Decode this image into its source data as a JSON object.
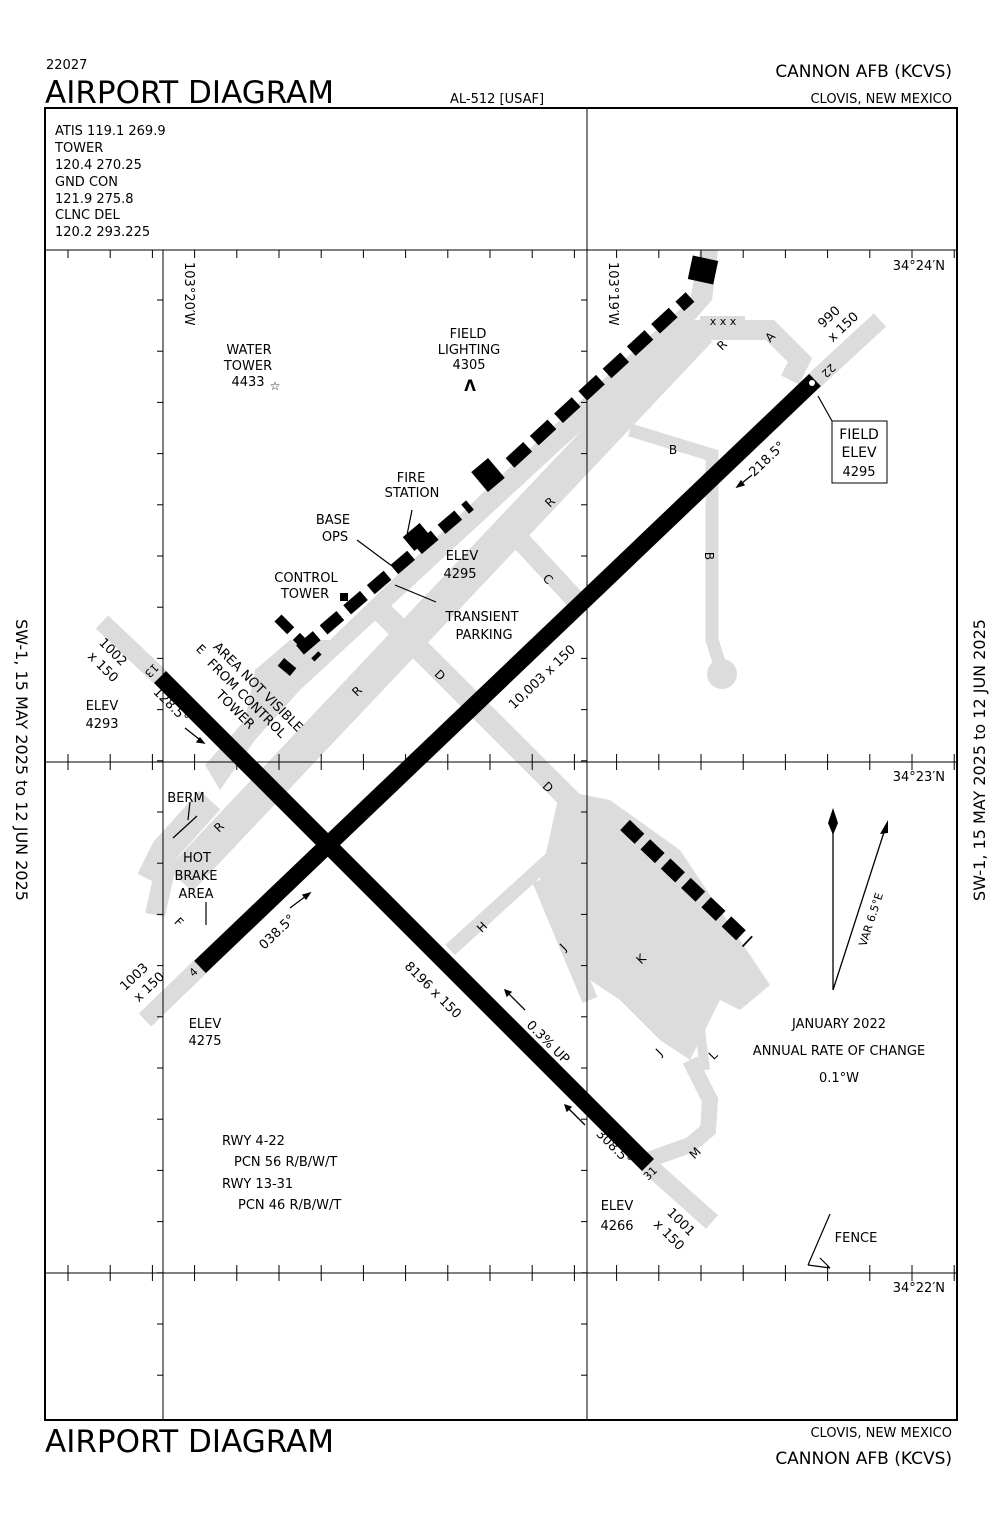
{
  "header": {
    "chart_number": "22027",
    "title": "AIRPORT DIAGRAM",
    "procedure_id": "AL-512 [USAF]",
    "airport_name": "CANNON AFB  (KCVS)",
    "location": "CLOVIS, NEW MEXICO"
  },
  "footer": {
    "title": "AIRPORT DIAGRAM",
    "location": "CLOVIS, NEW MEXICO",
    "airport_name": "CANNON AFB  (KCVS)"
  },
  "side_text": {
    "left": "SW-1,  15 MAY 2025  to  12 JUN 2025",
    "right": "SW-1,  15 MAY 2025  to  12 JUN 2025"
  },
  "frequencies": [
    "ATIS  119.1  269.9",
    "TOWER",
    "120.4  270.25",
    "GND CON",
    "121.9  275.8",
    "CLNC DEL",
    "120.2  293.225"
  ],
  "grid": {
    "lon_west": "103°20′W",
    "lon_east": "103°19′W",
    "lat_top": "34°24′N",
    "lat_mid": "34°23′N",
    "lat_bottom": "34°22′N"
  },
  "landmarks": {
    "water_tower": [
      "WATER",
      "TOWER",
      "4433"
    ],
    "field_lighting": [
      "FIELD",
      "LIGHTING",
      "4305"
    ],
    "fire_station": [
      "FIRE",
      "STATION"
    ],
    "base_ops": [
      "BASE",
      "OPS"
    ],
    "control_tower": [
      "CONTROL",
      "TOWER"
    ],
    "elev_apron": [
      "ELEV",
      "4295"
    ],
    "transient_parking": [
      "TRANSIENT",
      "PARKING"
    ],
    "area_not_visible": [
      "AREA NOT VISIBLE",
      "FROM CONTROL",
      "TOWER"
    ],
    "berm": "BERM",
    "hot_brake": [
      "HOT",
      "BRAKE",
      "AREA"
    ],
    "fence": "FENCE",
    "field_elev": [
      "FIELD",
      "ELEV",
      "4295"
    ],
    "obstruction_marks": "x x x"
  },
  "runways": {
    "rwy_4_22": {
      "length_width": "10,003 x 150",
      "end_4": "4",
      "end_22": "22",
      "hdg_4": "038.5°",
      "hdg_22": "218.5°",
      "overrun_4": [
        "1003",
        "x 150"
      ],
      "overrun_22": [
        "990",
        "x 150"
      ],
      "elev_4": [
        "ELEV",
        "4275"
      ]
    },
    "rwy_13_31": {
      "length_width": "8196 x 150",
      "end_13": "13",
      "end_31": "31",
      "hdg_13": "128.5°",
      "hdg_31": "308.5°",
      "overrun_13": [
        "1002",
        "x 150"
      ],
      "overrun_31": [
        "1001",
        "x 150"
      ],
      "elev_13": [
        "ELEV",
        "4293"
      ],
      "elev_31": [
        "ELEV",
        "4266"
      ],
      "slope": "0.3% UP"
    }
  },
  "taxiways": [
    "R",
    "A",
    "B",
    "C",
    "D",
    "E",
    "F",
    "H",
    "J",
    "K",
    "L",
    "M"
  ],
  "pcn": [
    "RWY 4-22",
    "PCN 56 R/B/W/T",
    "RWY 13-31",
    "PCN 46 R/B/W/T"
  ],
  "magvar": {
    "date": "JANUARY 2022",
    "label": "ANNUAL RATE OF CHANGE",
    "rate": "0.1°W",
    "var": "VAR 6.5°E"
  }
}
